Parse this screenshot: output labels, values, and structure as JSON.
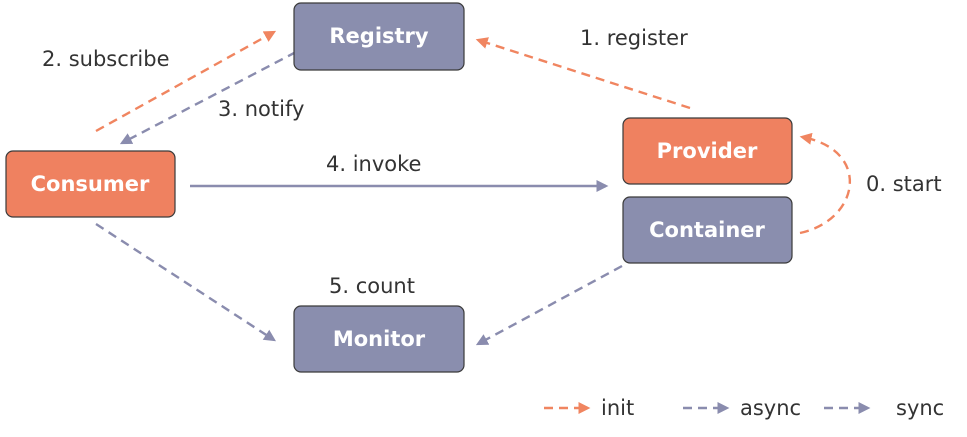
{
  "colors": {
    "init": "#f08560",
    "async": "#8a8cae",
    "sync": "#8a8cae",
    "box_orange": "#ef8160",
    "box_purple": "#8a8eae",
    "text": "#333333"
  },
  "nodes": {
    "registry": "Registry",
    "consumer": "Consumer",
    "provider": "Provider",
    "container": "Container",
    "monitor": "Monitor"
  },
  "edges": {
    "start": "0. start",
    "register": "1. register",
    "subscribe": "2. subscribe",
    "notify": "3. notify",
    "invoke": "4. invoke",
    "count": "5. count"
  },
  "legend": {
    "init": "init",
    "async": "async",
    "sync": "sync"
  }
}
